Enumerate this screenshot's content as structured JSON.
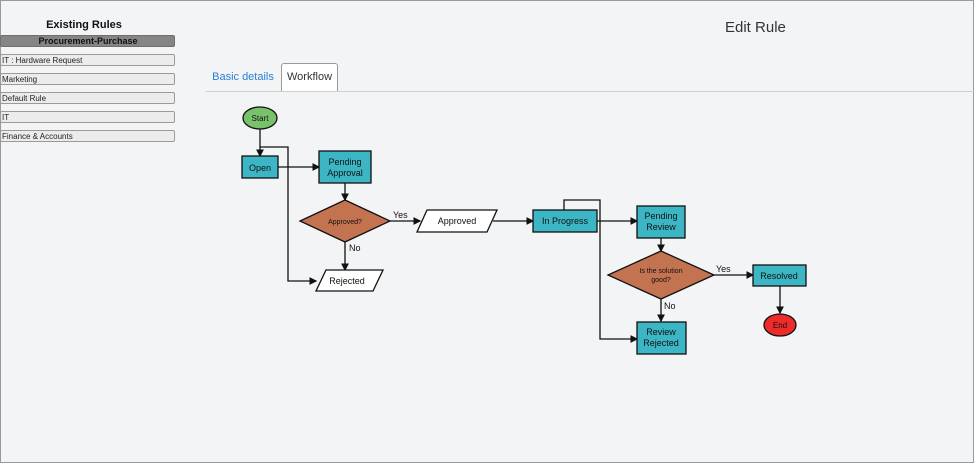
{
  "sidebar": {
    "title": "Existing Rules",
    "items": [
      {
        "label": "Procurement-Purchase",
        "selected": true
      },
      {
        "label": "IT : Hardware Request",
        "selected": false
      },
      {
        "label": "Marketing",
        "selected": false
      },
      {
        "label": "Default Rule",
        "selected": false
      },
      {
        "label": "IT",
        "selected": false
      },
      {
        "label": "Finance & Accounts",
        "selected": false
      }
    ]
  },
  "page": {
    "title": "Edit Rule"
  },
  "tabs": [
    {
      "label": "Basic details",
      "active": false
    },
    {
      "label": "Workflow",
      "active": true
    }
  ],
  "workflow": {
    "nodes": {
      "start": "Start",
      "open": "Open",
      "pending_approval": [
        "Pending",
        "Approval"
      ],
      "approved_q": "Approved?",
      "approved": "Approved",
      "rejected": "Rejected",
      "in_progress": "In Progress",
      "pending_review": [
        "Pending",
        "Review"
      ],
      "solution_q": [
        "Is the solution",
        "good?"
      ],
      "resolved": "Resolved",
      "review_rejected": [
        "Review",
        "Rejected"
      ],
      "end": "End"
    },
    "edge_labels": {
      "approved_yes": "Yes",
      "approved_no": "No",
      "solution_yes": "Yes",
      "solution_no": "No"
    }
  },
  "colors": {
    "start_node": "#77c26a",
    "end_node": "#ee2b2b",
    "process_node": "#3cb6c4",
    "decision_node": "#c47350",
    "io_node": "#ffffff",
    "link_tab": "#2a7fd4"
  }
}
